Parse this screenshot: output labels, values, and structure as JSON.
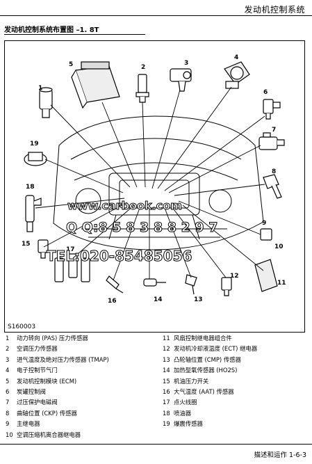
{
  "header": {
    "title": "发动机控制系统"
  },
  "section": {
    "title": "发动机控制系统布置图 –1. 8T"
  },
  "figure": {
    "code": "S160003",
    "callouts": [
      "1",
      "2",
      "3",
      "4",
      "5",
      "6",
      "7",
      "8",
      "9",
      "10",
      "11",
      "12",
      "13",
      "14",
      "15",
      "16",
      "17",
      "18",
      "19"
    ],
    "watermark_lines": [
      "www.carbook.com",
      "Q Q:8 5 8 3 8 8 2 9 7",
      "TEL:020-85485056"
    ]
  },
  "legend": [
    {
      "num": "1",
      "text": "动力转向 (PAS) 压力传感器"
    },
    {
      "num": "2",
      "text": "空调压力传感器"
    },
    {
      "num": "3",
      "text": "进气温度及绝对压力传感器 (TMAP)"
    },
    {
      "num": "4",
      "text": "电子控制节气门"
    },
    {
      "num": "5",
      "text": "发动机控制模块 (ECM)"
    },
    {
      "num": "6",
      "text": "炭罐控制阀"
    },
    {
      "num": "7",
      "text": "过压保护电磁阀"
    },
    {
      "num": "8",
      "text": "曲轴位置 (CKP) 传感器"
    },
    {
      "num": "9",
      "text": "主继电器"
    },
    {
      "num": "10",
      "text": "空调压缩机离合器继电器"
    },
    {
      "num": "11",
      "text": "风扇控制继电器组合件"
    },
    {
      "num": "12",
      "text": "发动机冷却液温度 (ECT) 继电器"
    },
    {
      "num": "13",
      "text": "凸轮轴位置 (CMP) 传感器"
    },
    {
      "num": "14",
      "text": "加热型氧传感器 (HO2S)"
    },
    {
      "num": "15",
      "text": "机油压力开关"
    },
    {
      "num": "16",
      "text": "大气温度 (AAT) 传感器"
    },
    {
      "num": "17",
      "text": "点火线圈"
    },
    {
      "num": "18",
      "text": "喷油器"
    },
    {
      "num": "19",
      "text": "爆震传感器"
    }
  ],
  "footer": {
    "text": "描述和运作 1-6-3"
  }
}
